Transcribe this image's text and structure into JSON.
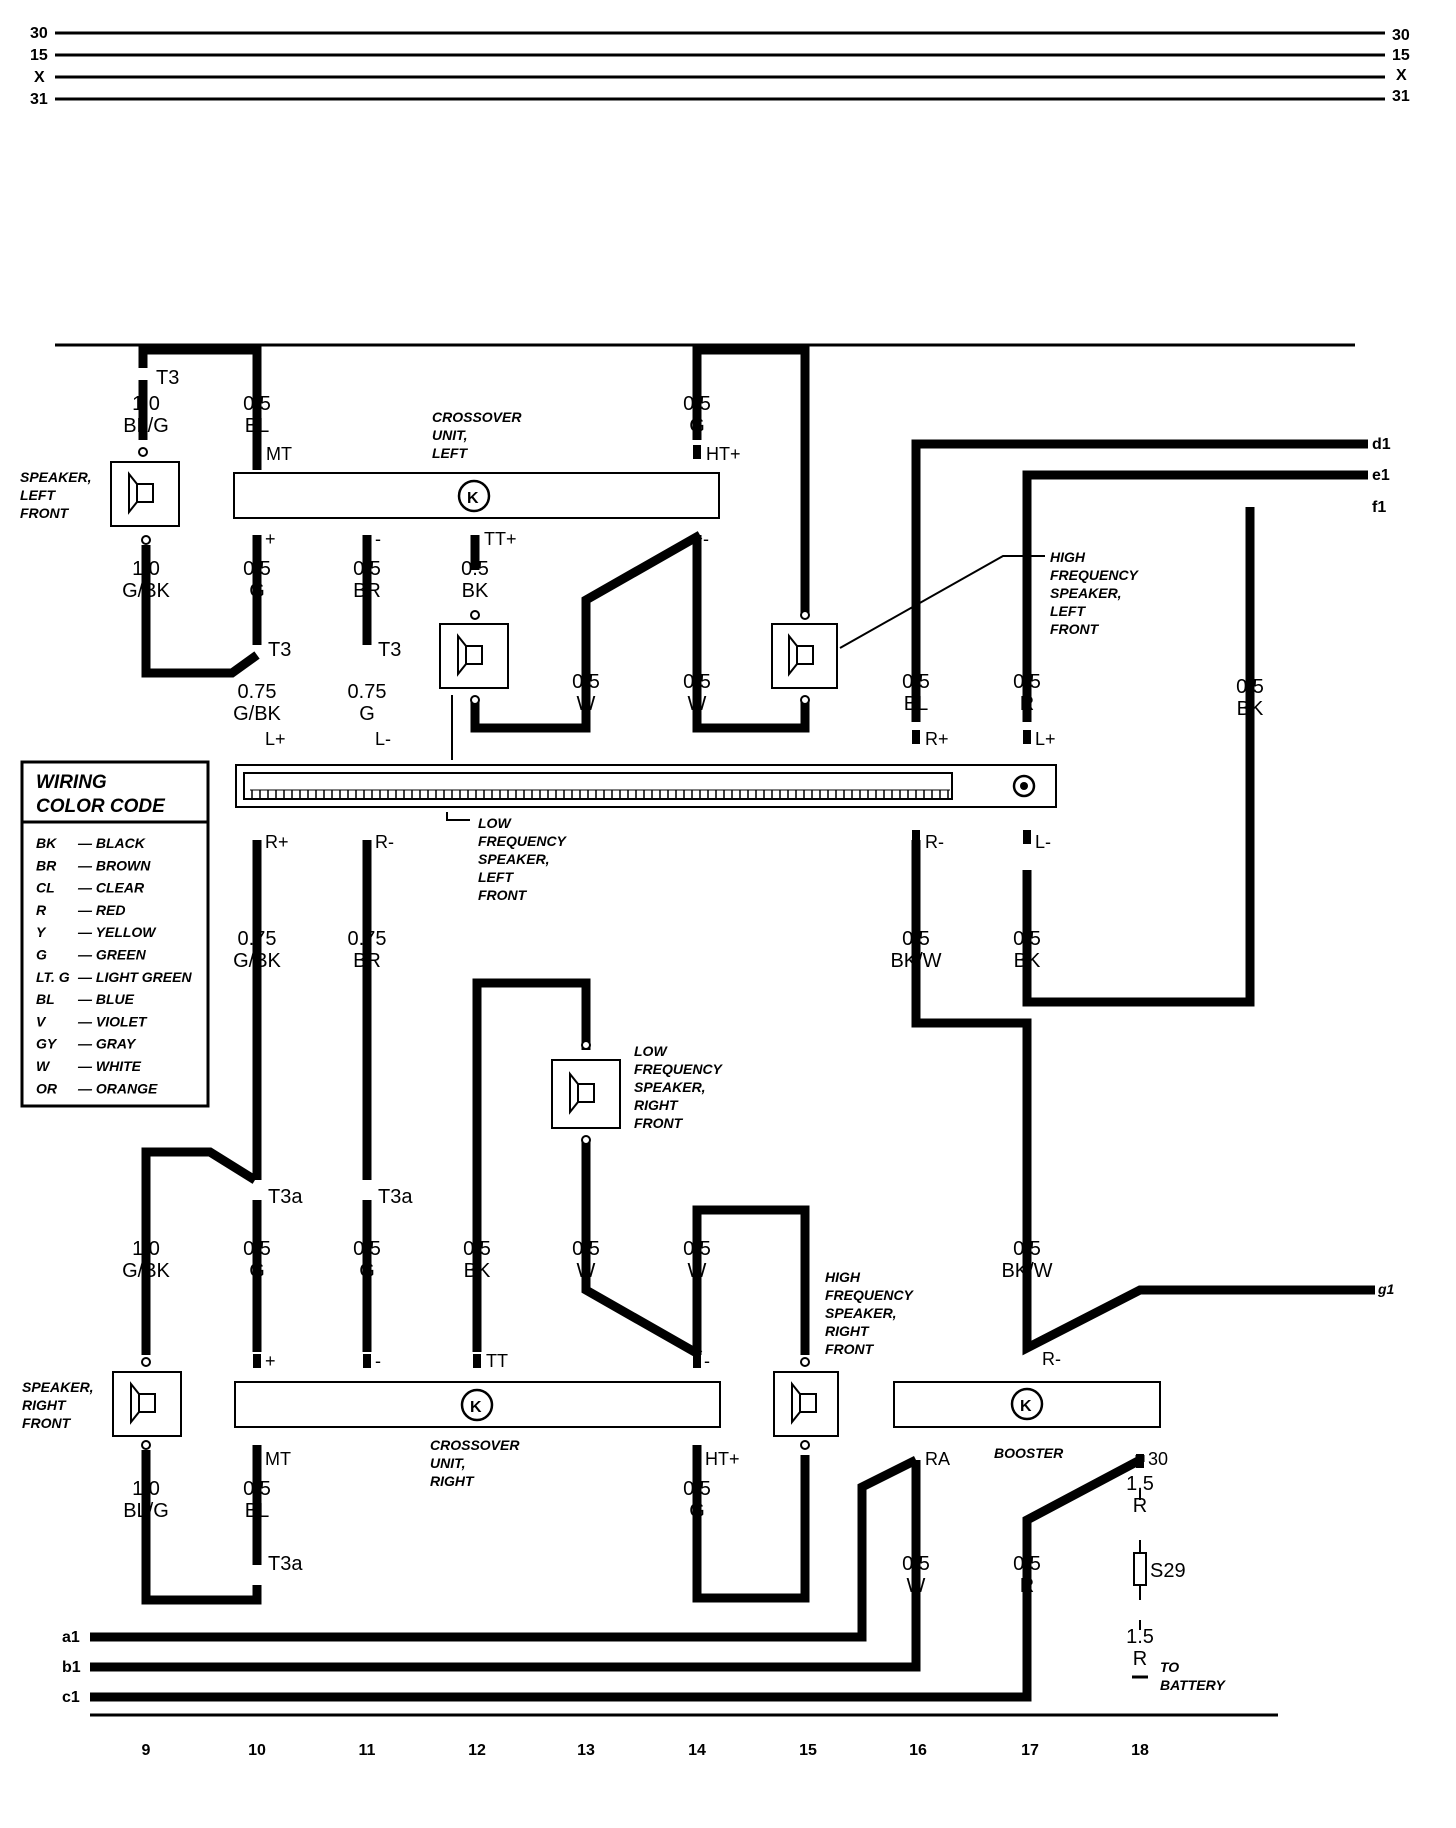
{
  "rails": {
    "r30": "30",
    "r15": "15",
    "rx": "X",
    "r31": "31"
  },
  "components": {
    "speaker_left_front": [
      "SPEAKER,",
      "LEFT",
      "FRONT"
    ],
    "crossover_left": [
      "CROSSOVER",
      "UNIT,",
      "LEFT"
    ],
    "hf_speaker_left_front": [
      "HIGH",
      "FREQUENCY",
      "SPEAKER,",
      "LEFT",
      "FRONT"
    ],
    "lf_speaker_left_front": [
      "LOW",
      "FREQUENCY",
      "SPEAKER,",
      "LEFT",
      "FRONT"
    ],
    "lf_speaker_right_front": [
      "LOW",
      "FREQUENCY",
      "SPEAKER,",
      "RIGHT",
      "FRONT"
    ],
    "hf_speaker_right_front": [
      "HIGH",
      "FREQUENCY",
      "SPEAKER,",
      "RIGHT",
      "FRONT"
    ],
    "speaker_right_front": [
      "SPEAKER,",
      "RIGHT",
      "FRONT"
    ],
    "crossover_right": [
      "CROSSOVER",
      "UNIT,",
      "RIGHT"
    ],
    "booster": "BOOSTER",
    "to_battery": [
      "TO",
      "BATTERY"
    ]
  },
  "connectors": {
    "t3": "T3",
    "t3a": "T3a",
    "s29": "S29",
    "k": "K"
  },
  "wires": {
    "w1": [
      "1.0",
      "BL/G"
    ],
    "w2": [
      "0.5",
      "BL"
    ],
    "w3": [
      "0.5",
      "G"
    ],
    "w4": [
      "1.0",
      "G/BK"
    ],
    "w5": [
      "0.5",
      "G"
    ],
    "w6": [
      "0.5",
      "BR"
    ],
    "w7": [
      "0.5",
      "BK"
    ],
    "w8": [
      "0.75",
      "G/BK"
    ],
    "w9": [
      "0.75",
      "G"
    ],
    "w10": [
      "0.5",
      "W"
    ],
    "w11": [
      "0.5",
      "W"
    ],
    "w12": [
      "0.5",
      "BL"
    ],
    "w13": [
      "0.5",
      "R"
    ],
    "w14": [
      "0.5",
      "BK"
    ],
    "w15": [
      "0.75",
      "G/BK"
    ],
    "w16": [
      "0.75",
      "BR"
    ],
    "w17": [
      "0.5",
      "BK/W"
    ],
    "w18": [
      "0.5",
      "BK"
    ],
    "w19": [
      "1.0",
      "G/BK"
    ],
    "w20": [
      "0.5",
      "G"
    ],
    "w21": [
      "0.5",
      "G"
    ],
    "w22": [
      "0.5",
      "BK"
    ],
    "w23": [
      "0.5",
      "W"
    ],
    "w24": [
      "0.5",
      "W"
    ],
    "w25": [
      "0.5",
      "BK/W"
    ],
    "w26": [
      "1.0",
      "BL/G"
    ],
    "w27": [
      "0.5",
      "BL"
    ],
    "w28": [
      "0.5",
      "G"
    ],
    "w29": [
      "0.5",
      "W"
    ],
    "w30": [
      "0.5",
      "R"
    ],
    "w31": [
      "1.5",
      "R"
    ],
    "w32": [
      "1.5",
      "R"
    ]
  },
  "pins": {
    "mt": "MT",
    "htp": "HT+",
    "plus": "+",
    "minus": "-",
    "ttp": "TT+",
    "lp": "L+",
    "lm": "L-",
    "rp": "R+",
    "rm": "R-",
    "tt": "TT",
    "ra": "RA",
    "p30": "30"
  },
  "refs": {
    "d1": "d1",
    "e1": "e1",
    "f1": "f1",
    "g1": "g1",
    "a1": "a1",
    "b1": "b1",
    "c1": "c1"
  },
  "legend": {
    "title": [
      "WIRING",
      "COLOR CODE"
    ],
    "entries": [
      {
        "code": "BK",
        "name": "— BLACK"
      },
      {
        "code": "BR",
        "name": "— BROWN"
      },
      {
        "code": "CL",
        "name": "— CLEAR"
      },
      {
        "code": "R",
        "name": "— RED"
      },
      {
        "code": "Y",
        "name": "— YELLOW"
      },
      {
        "code": "G",
        "name": "— GREEN"
      },
      {
        "code": "LT. G",
        "name": "— LIGHT GREEN"
      },
      {
        "code": "BL",
        "name": "— BLUE"
      },
      {
        "code": "V",
        "name": "— VIOLET"
      },
      {
        "code": "GY",
        "name": "— GRAY"
      },
      {
        "code": "W",
        "name": "— WHITE"
      },
      {
        "code": "OR",
        "name": "— ORANGE"
      }
    ]
  },
  "positions": [
    "9",
    "10",
    "11",
    "12",
    "13",
    "14",
    "15",
    "16",
    "17",
    "18"
  ]
}
